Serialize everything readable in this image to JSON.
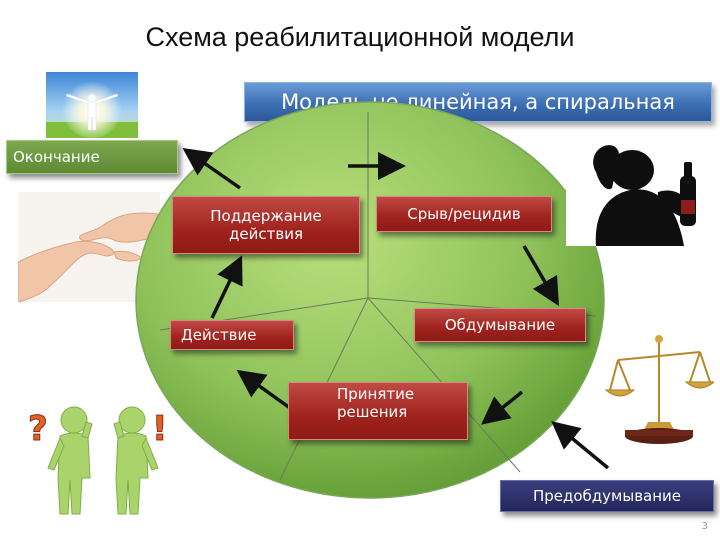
{
  "title": "Схема реабилитационной модели",
  "banner": "Модель не линейная, а спиральная",
  "stages": {
    "ending": "Окончание",
    "maintenance": "Поддержание действия",
    "relapse": "Срыв/рецидив",
    "contemplation": "Обдумывание",
    "action": "Действие",
    "decision": "Принятие решения",
    "precontemplation": "Предобдумывание"
  },
  "icons": {
    "ending_photo": "sky-person-icon",
    "helping_hands": "helping-hands-icon",
    "relapse_photo": "drinking-man-icon",
    "scales": "scales-icon",
    "figures": "thinking-figures-icon",
    "question_mark": "?",
    "exclamation_mark": "!"
  },
  "colors": {
    "circle": "#8fc15a",
    "stage_box": "#a0221d",
    "banner": "#3d6fb4",
    "ending_box": "#6b9b3f",
    "precontemplation_box": "#2b2e6a"
  },
  "page_number": "3"
}
